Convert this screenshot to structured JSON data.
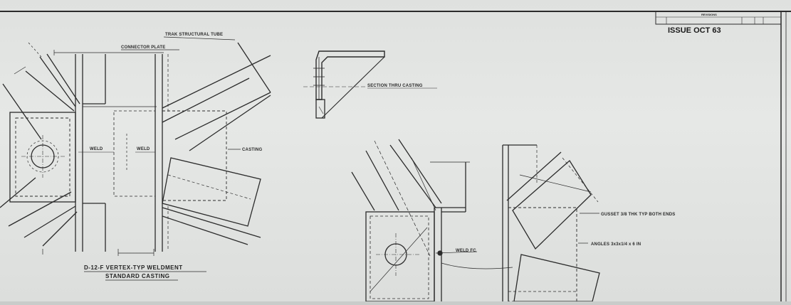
{
  "revision_block": {
    "title": "REVISIONS",
    "issue_text": "ISSUE OCT 63"
  },
  "drawing_a": {
    "title_line1": "D-12-F VERTEX-TYP WELDMENT",
    "title_line2": "STANDARD CASTING",
    "labels": {
      "tube": "TRAK STRUCTURAL TUBE",
      "plate": "CONNECTOR PLATE",
      "casting": "CASTING",
      "weld_left": "WELD",
      "weld_right": "WELD"
    }
  },
  "section": {
    "label": "SECTION THRU CASTING"
  },
  "drawing_b": {
    "labels": {
      "weld": "WELD FC",
      "gusset": "GUSSET 3/8 THK TYP BOTH ENDS",
      "angles": "ANGLES 3x3x1/4 x 6 IN"
    }
  }
}
